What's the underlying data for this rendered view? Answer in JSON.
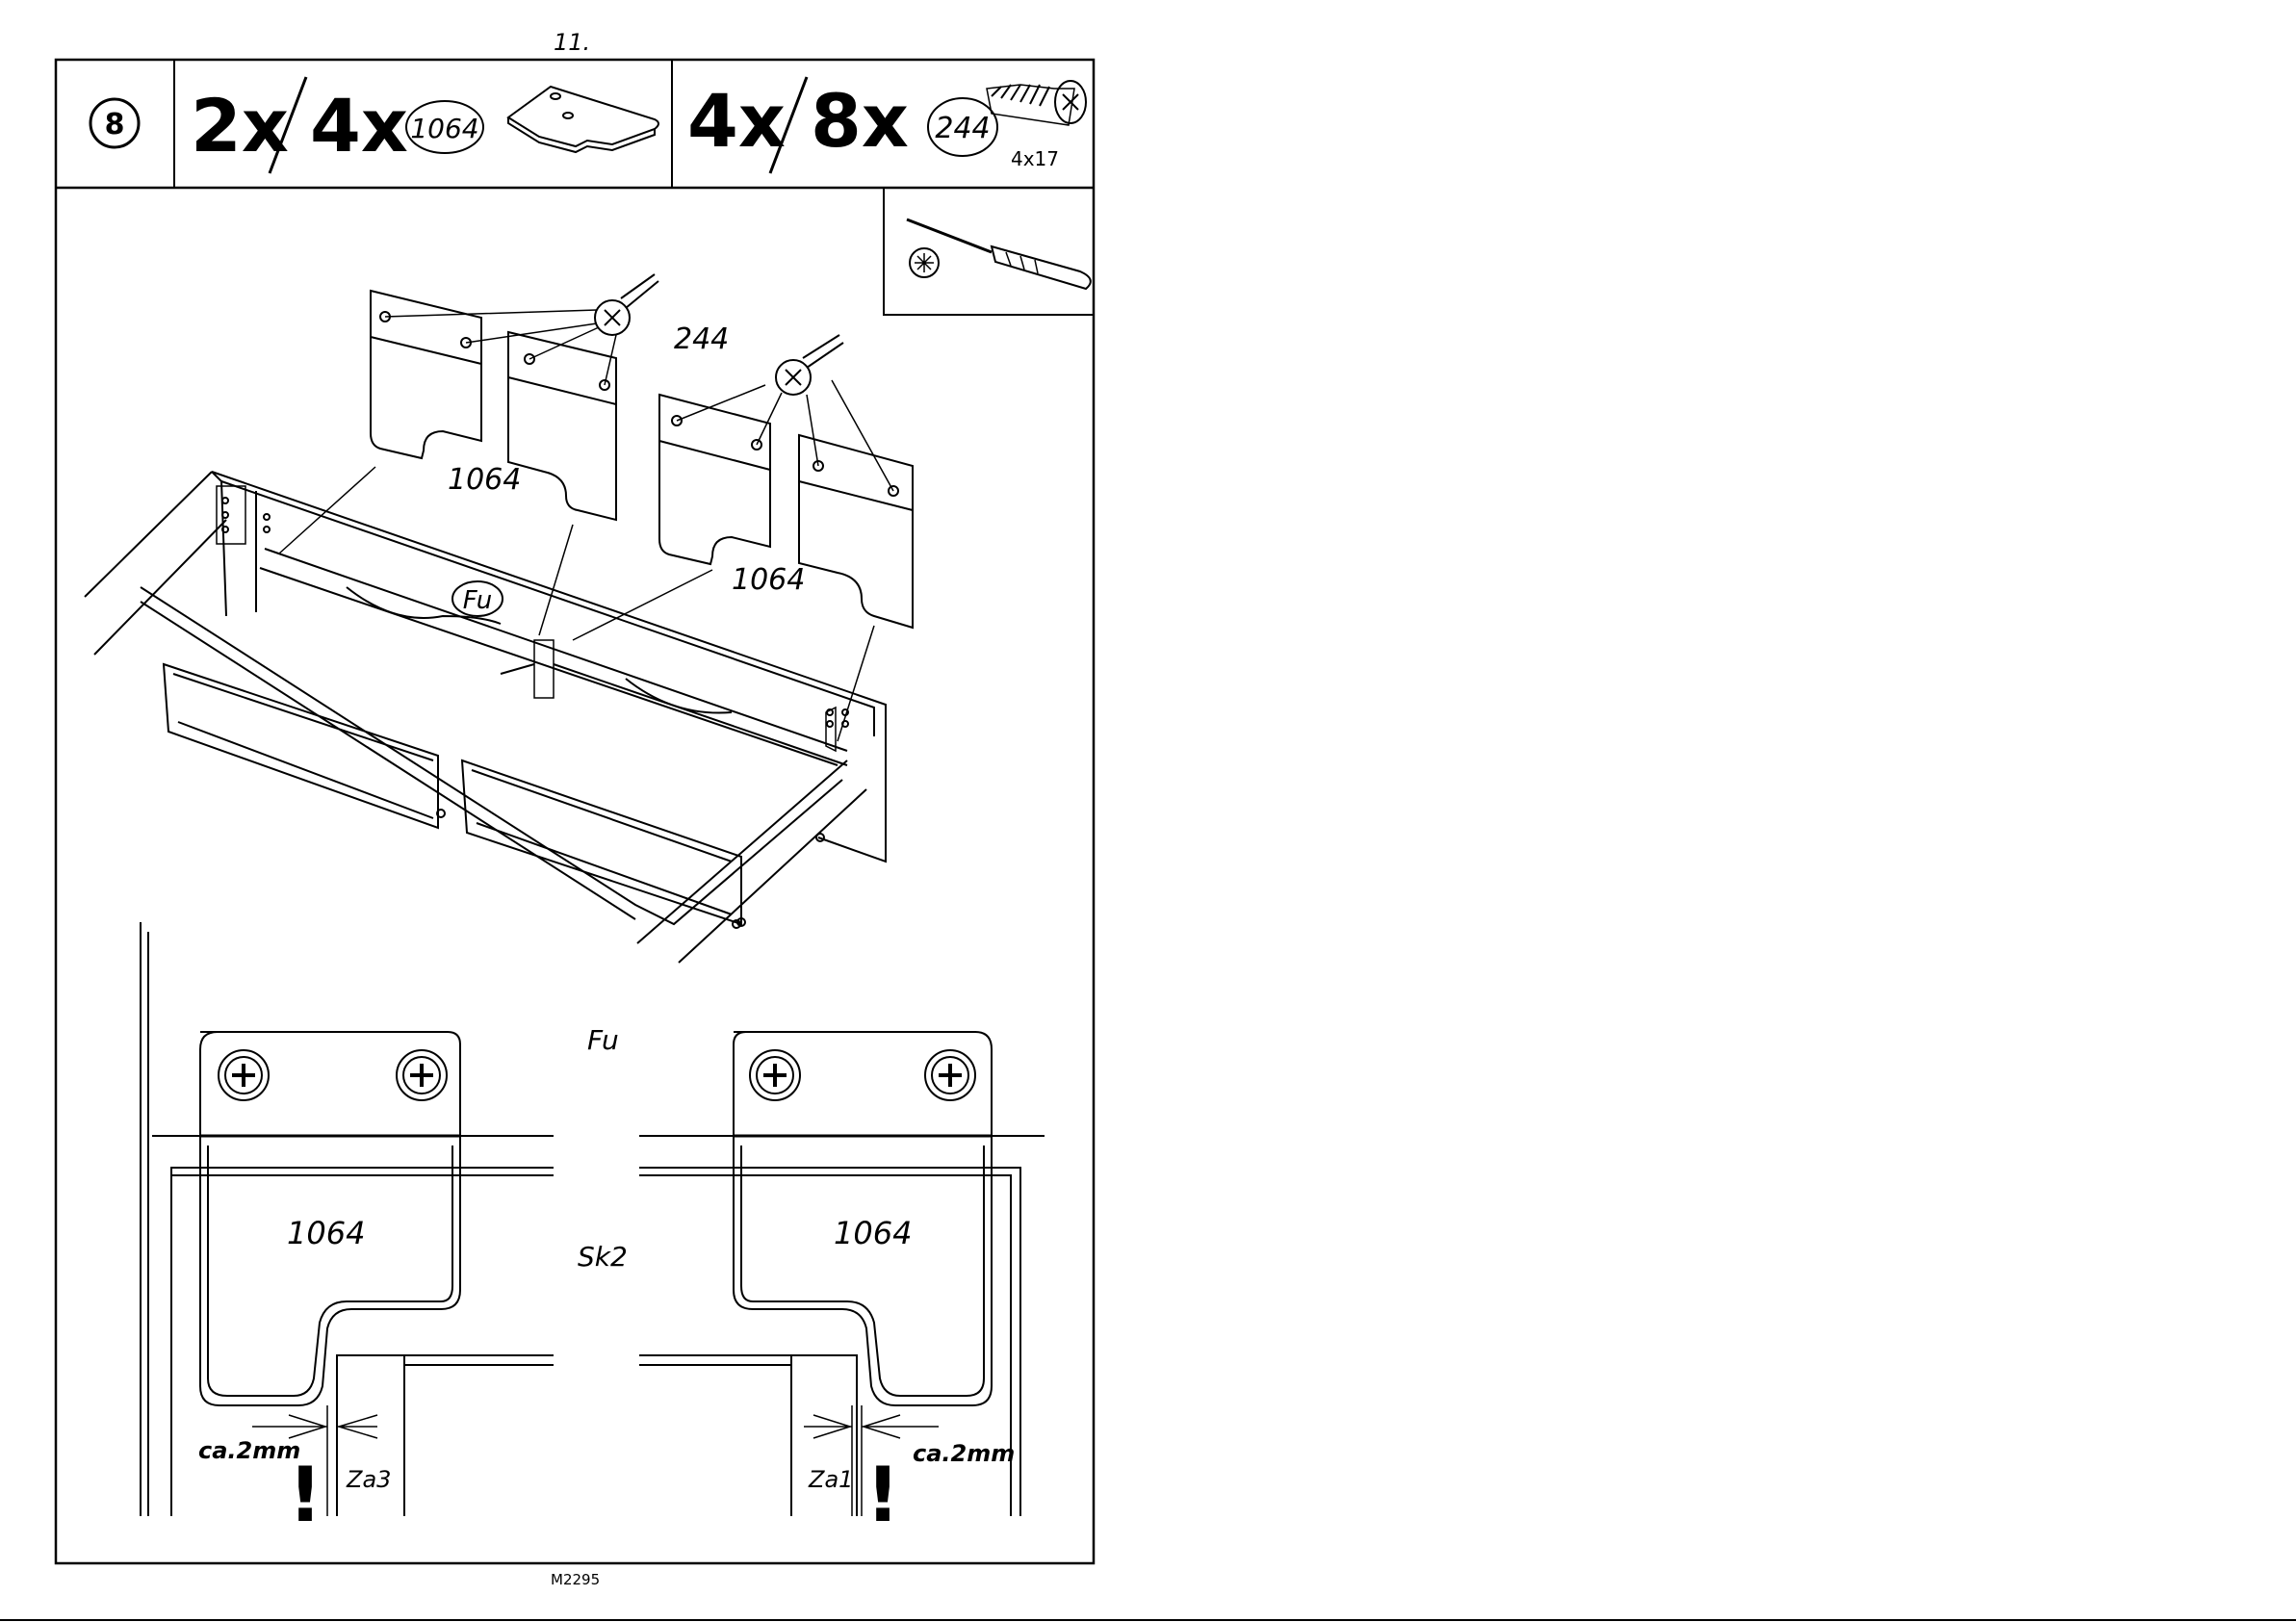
{
  "page": {
    "number": "11.",
    "doc_code": "M2295"
  },
  "header": {
    "step": "8",
    "part_a": {
      "qty_a": "2x",
      "qty_b": "4x",
      "part_no": "1064"
    },
    "part_b": {
      "qty_a": "4x",
      "qty_b": "8x",
      "part_no": "244",
      "size": "4x17"
    }
  },
  "tool": {
    "icon": "phillips-screwdriver-icon"
  },
  "main_view": {
    "screw_label": "244",
    "bracket_label_1": "1064",
    "bracket_label_2": "1064",
    "panel_label": "Fu"
  },
  "detail_view": {
    "top_label": "Fu",
    "mid_label": "Sk2",
    "left_bracket": "1064",
    "right_bracket": "1064",
    "left_gap": "ca.2mm",
    "right_gap": "ca.2mm",
    "left_part": "Za3",
    "right_part": "Za1",
    "warning_mark": "!"
  }
}
